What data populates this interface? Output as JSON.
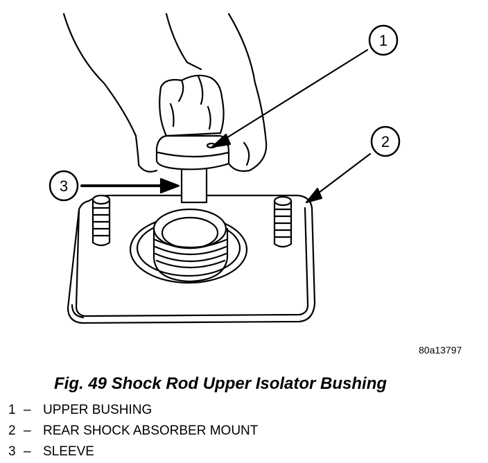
{
  "figure": {
    "id_text": "80a13797",
    "caption": "Fig. 49 Shock Rod Upper Isolator Bushing"
  },
  "callouts": [
    {
      "number": "1",
      "label": "UPPER BUSHING"
    },
    {
      "number": "2",
      "label": "REAR SHOCK ABSORBER MOUNT"
    },
    {
      "number": "3",
      "label": "SLEEVE"
    }
  ],
  "legend_separator": "–"
}
